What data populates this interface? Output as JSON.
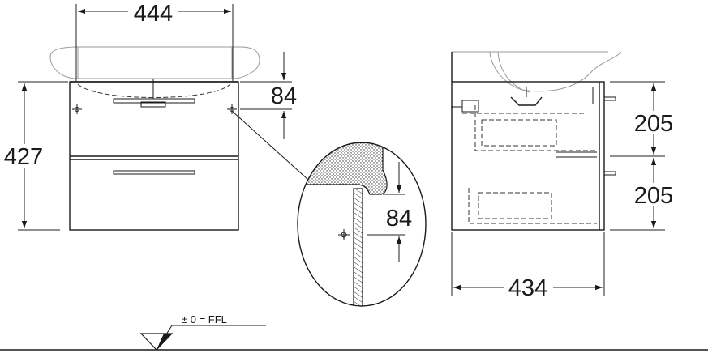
{
  "dimensions": {
    "width_top": "444",
    "height_left": "427",
    "offset_front": "84",
    "detail_offset": "84",
    "drawer_upper": "205",
    "drawer_lower": "205",
    "depth": "434"
  },
  "floor_label": "± 0 = FFL"
}
